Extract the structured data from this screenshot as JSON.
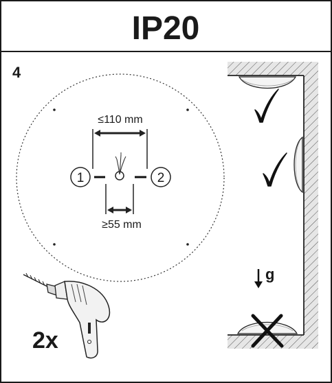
{
  "header": {
    "title": "IP20"
  },
  "step": {
    "number": "4"
  },
  "template": {
    "max_spacing": "≤110 mm",
    "min_spacing": "≥55 mm",
    "hole_1_label": "1",
    "hole_2_label": "2"
  },
  "drill": {
    "count": "2x"
  },
  "mounting": {
    "gravity_label": "g",
    "ceiling_mount": "allowed",
    "wall_mount": "allowed",
    "floor_mount": "not allowed"
  },
  "icons": [
    "drill-icon",
    "checkmark-icon",
    "cross-icon",
    "gravity-arrow-icon",
    "cable-icon"
  ]
}
